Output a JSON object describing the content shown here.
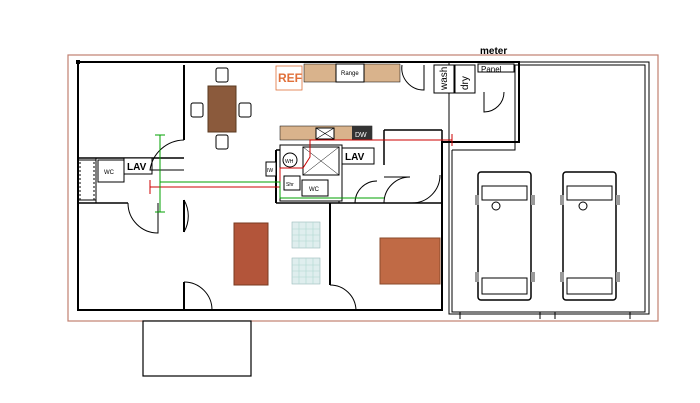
{
  "labels": {
    "meter": "meter",
    "panel": "Panel",
    "ref": "REF",
    "range": "Range",
    "wash": "wash",
    "dry": "dry",
    "dw": "DW",
    "lav_main": "LAV",
    "lav_left": "LAV",
    "wc_left": "WC",
    "wc_center": "WC",
    "wh": "WH",
    "iw": "IW",
    "shr": "Shr"
  },
  "colors": {
    "outer_outline": "#c08070",
    "wall": "#000000",
    "water_red": "#cc0000",
    "water_green": "#00a000",
    "wood_table": "#8b5a3c",
    "rug": "#b3553a",
    "counter": "#d9b38c",
    "ref_text": "#e0703a",
    "tile": "#b0d8d0"
  }
}
